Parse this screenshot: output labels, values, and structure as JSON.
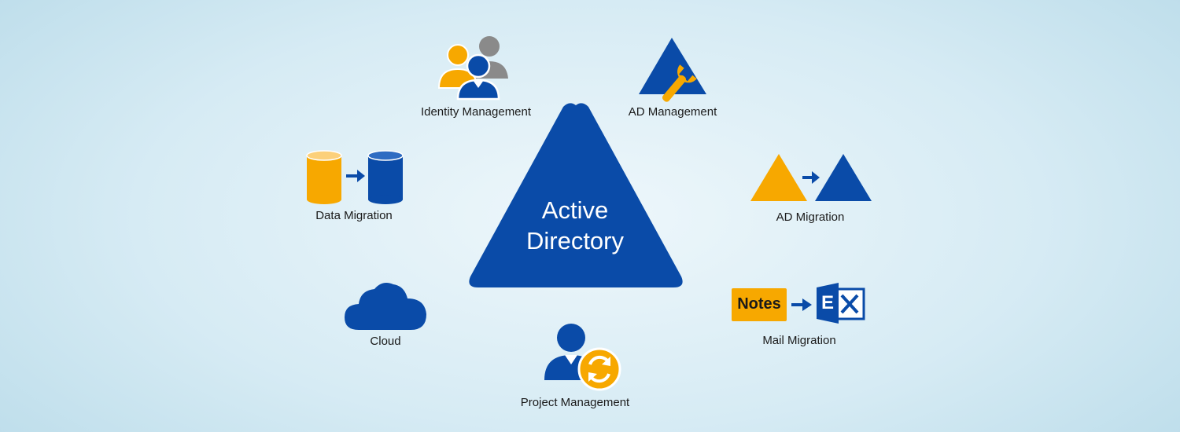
{
  "center": {
    "line1": "Active",
    "line2": "Directory"
  },
  "nodes": {
    "identity_management": "Identity Management",
    "ad_management": "AD Management",
    "data_migration": "Data Migration",
    "ad_migration": "AD Migration",
    "cloud": "Cloud",
    "mail_migration": "Mail Migration",
    "project_management": "Project Management"
  },
  "mail_icon": {
    "notes_text": "Notes",
    "exchange_letter": "E"
  },
  "colors": {
    "primary_blue": "#0a4ba8",
    "accent_orange": "#f7a800",
    "gray": "#8a8a8a"
  }
}
